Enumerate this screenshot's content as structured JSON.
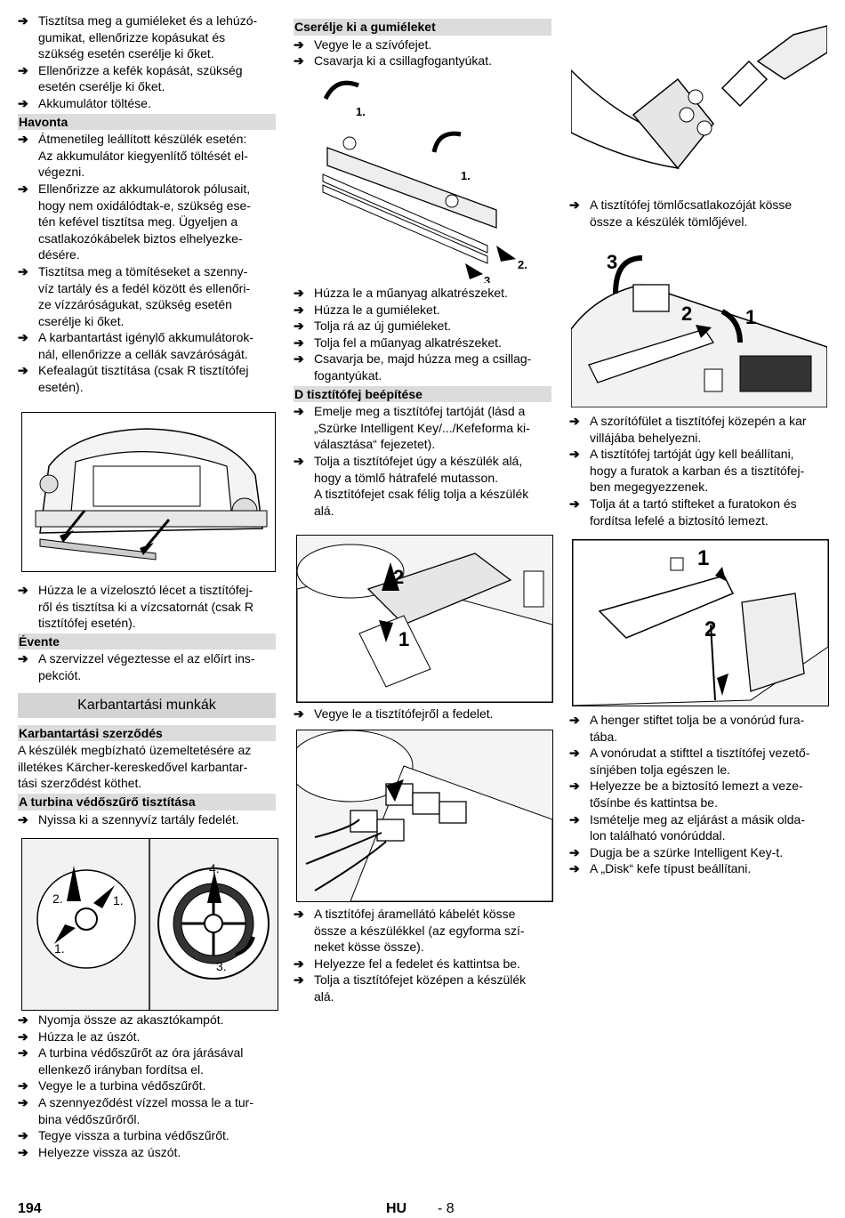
{
  "col1_top": [
    {
      "type": "step",
      "lines": [
        "Tisztítsa meg a gumiéleket és a lehúzó-",
        "gumikat, ellenőrizze kopásukat és",
        "szükség esetén cserélje ki őket."
      ]
    },
    {
      "type": "step",
      "lines": [
        "Ellenőrizze a kefék kopását, szükség",
        "esetén cserélje ki őket."
      ]
    },
    {
      "type": "step",
      "lines": [
        "Akkumulátor töltése."
      ]
    },
    {
      "type": "sec",
      "text": "Havonta"
    },
    {
      "type": "step",
      "lines": [
        "Átmenetileg leállított készülék esetén:",
        "Az akkumulátor kiegyenlítő töltését el-",
        "végezni."
      ]
    },
    {
      "type": "step",
      "lines": [
        "Ellenőrizze az akkumulátorok pólusait,",
        "hogy nem oxidálódtak-e, szükség ese-",
        "tén kefével tisztítsa meg. Ügyeljen a",
        "csatlakozókábelek biztos elhelyezke-",
        "désére."
      ]
    },
    {
      "type": "step",
      "lines": [
        "Tisztítsa meg a tömítéseket a szenny-",
        "víz tartály és a fedél között és ellenőri-",
        "ze vízzáróságukat, szükség esetén",
        "cserélje ki őket."
      ]
    },
    {
      "type": "step",
      "lines": [
        "A karbantartást igénylő akkumulátorok-",
        "nál, ellenőrizze a cellák savzáróságát."
      ]
    },
    {
      "type": "step",
      "lines": [
        "Kefealagút tisztítása (csak R tisztítófej",
        "esetén)."
      ]
    }
  ],
  "col1_mid": [
    {
      "type": "step",
      "lines": [
        "Húzza le a vízelosztó lécet a tisztítófej-",
        "ről és tisztítsa ki a vízcsatornát (csak R",
        "tisztítófej esetén)."
      ]
    },
    {
      "type": "sec",
      "text": "Évente"
    },
    {
      "type": "step",
      "lines": [
        "A szervizzel végeztesse el az előírt ins-",
        "pekciót."
      ]
    },
    {
      "type": "bigsec",
      "text": "Karbantartási munkák"
    },
    {
      "type": "sec",
      "text": "Karbantartási szerződés"
    },
    {
      "type": "para",
      "lines": [
        "A készülék megbízható üzemeltetésére az",
        "illetékes Kärcher-kereskedővel karbantar-",
        "tási szerződést köthet."
      ]
    },
    {
      "type": "sec",
      "text": "A turbina védőszűrő tisztítása"
    },
    {
      "type": "step",
      "lines": [
        "Nyissa ki a szennyvíz tartály fedelét."
      ]
    }
  ],
  "col1_bot": [
    {
      "type": "step",
      "lines": [
        "Nyomja össze az akasztókampót."
      ]
    },
    {
      "type": "step",
      "lines": [
        "Húzza le az úszót."
      ]
    },
    {
      "type": "step",
      "lines": [
        "A turbina védőszűrőt az óra járásával",
        "ellenkező irányban fordítsa el."
      ]
    },
    {
      "type": "step",
      "lines": [
        "Vegye le a turbina védőszűrőt."
      ]
    },
    {
      "type": "step",
      "lines": [
        "A szennyeződést vízzel mossa le a tur-",
        "bina védőszűrőről."
      ]
    },
    {
      "type": "step",
      "lines": [
        "Tegye vissza a turbina védőszűrőt."
      ]
    },
    {
      "type": "step",
      "lines": [
        "Helyezze vissza az úszót."
      ]
    }
  ],
  "col2_top": [
    {
      "type": "sec",
      "text": "Cserélje ki a gumiéleket"
    },
    {
      "type": "step",
      "lines": [
        "Vegye le a szívófejet."
      ]
    },
    {
      "type": "step",
      "lines": [
        "Csavarja ki a csillagfogantyúkat."
      ]
    }
  ],
  "col2_mid": [
    {
      "type": "step",
      "lines": [
        "Húzza le a műanyag alkatrészeket."
      ]
    },
    {
      "type": "step",
      "lines": [
        "Húzza le a gumiéleket."
      ]
    },
    {
      "type": "step",
      "lines": [
        "Tolja rá az új gumiéleket."
      ]
    },
    {
      "type": "step",
      "lines": [
        "Tolja fel a műanyag alkatrészeket."
      ]
    },
    {
      "type": "step",
      "lines": [
        "Csavarja be, majd húzza meg a csillag-",
        "fogantyúkat."
      ]
    },
    {
      "type": "sec",
      "text": "D tisztítófej beépítése"
    },
    {
      "type": "step",
      "lines": [
        "Emelje meg a tisztítófej tartóját (lásd a",
        "„Szürke Intelligent Key/.../Kefeforma ki-",
        "választása“ fejezetet)."
      ]
    },
    {
      "type": "step",
      "lines": [
        "Tolja a tisztítófejet úgy a készülék alá,",
        "hogy a tömlő hátrafelé mutasson.",
        "A tisztítófejet csak félig tolja a készülék",
        "alá."
      ]
    }
  ],
  "col2_b": [
    {
      "type": "step",
      "lines": [
        "Vegye le a tisztítófejről a fedelet."
      ]
    }
  ],
  "col2_c": [
    {
      "type": "step",
      "lines": [
        "A tisztítófej áramellátó kábelét kösse",
        "össze a készülékkel (az egyforma szí-",
        "neket kösse össze)."
      ]
    },
    {
      "type": "step",
      "lines": [
        "Helyezze fel a fedelet és kattintsa be."
      ]
    },
    {
      "type": "step",
      "lines": [
        "Tolja a tisztítófejet középen a készülék",
        "alá."
      ]
    }
  ],
  "col3_a": [
    {
      "type": "step",
      "lines": [
        "A tisztítófej tömlőcsatlakozóját kösse",
        "össze a készülék tömlőjével."
      ]
    }
  ],
  "col3_b": [
    {
      "type": "step",
      "lines": [
        "A szorítófület a tisztítófej közepén a kar",
        "villájába behelyezni."
      ]
    },
    {
      "type": "step",
      "lines": [
        "A tisztítófej tartóját úgy kell beállítani,",
        "hogy a furatok a karban és a tisztítófej-",
        "ben megegyezzenek."
      ]
    },
    {
      "type": "step",
      "lines": [
        "Tolja át a tartó stifteket a furatokon és",
        "fordítsa lefelé a biztosító lemezt."
      ]
    }
  ],
  "col3_c": [
    {
      "type": "step",
      "lines": [
        "A henger stiftet tolja be a vonórúd fura-",
        "tába."
      ]
    },
    {
      "type": "step",
      "lines": [
        "A vonórudat a stifttel a tisztítófej vezető-",
        "sínjében tolja egészen le."
      ]
    },
    {
      "type": "step",
      "lines": [
        "Helyezze be a biztosító lemezt a veze-",
        "tősínbe és kattintsa be."
      ]
    },
    {
      "type": "step",
      "lines": [
        "Ismételje meg az eljárást a másik olda-",
        "lon található vonórúddal."
      ]
    },
    {
      "type": "step",
      "lines": [
        "Dugja be a szürke Intelligent Key-t."
      ]
    },
    {
      "type": "step",
      "lines": [
        "A „Disk“ kefe típust beállítani."
      ]
    }
  ],
  "figures": {
    "squeegee_labels": [
      "1.",
      "1.",
      "2.",
      "3."
    ],
    "filter_labels": [
      "2.",
      "1.",
      "1.",
      "4.",
      "3."
    ],
    "holder_labels": [
      "3",
      "2",
      "1"
    ],
    "cover_labels": [
      "2",
      "1"
    ],
    "pin_labels": [
      "1",
      "2"
    ]
  },
  "footer": {
    "page_number": "194",
    "lang": "HU",
    "sub_page": "- 8"
  }
}
